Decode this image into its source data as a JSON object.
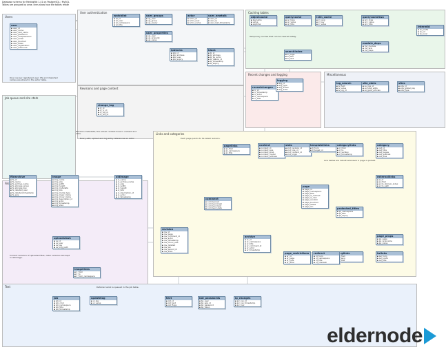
{
  "header": {
    "line1": "Database schema for MediaWiki 1.41 on PostgreSQL / MySQL",
    "line2": "Tables are grouped by area; lines show how the tables relate"
  },
  "regions": [
    {
      "label": "Users",
      "color": "#eaf1fb"
    },
    {
      "label": "User authentication",
      "color": "#f4f6f8"
    },
    {
      "label": "Caching tables",
      "color": "#e9f6ea"
    },
    {
      "label": "Recent changes and logging",
      "color": "#fbeaea"
    },
    {
      "label": "Miscellaneous",
      "color": "#eef1f7"
    },
    {
      "label": "Revisions and page content",
      "color": "#f3f3f3"
    },
    {
      "label": "Files and uploads",
      "color": "#f4ecf8"
    },
    {
      "label": "Links and categories",
      "color": "#fdfbe6"
    },
    {
      "label": "Job queue and site stats",
      "color": "#eaf5f3"
    },
    {
      "label": "Text",
      "color": "#eaf1fb"
    }
  ],
  "tables": [
    {
      "name": "user",
      "cols": [
        "user_id",
        "user_name",
        "user_real_name",
        "user_password",
        "user_newpassword",
        "user_email",
        "user_touched",
        "user_token",
        "user_registration",
        "user_editcount"
      ]
    },
    {
      "name": "user_groups",
      "cols": [
        "ug_user",
        "ug_group",
        "ug_expiry"
      ]
    },
    {
      "name": "user_properties",
      "cols": [
        "up_user",
        "up_property",
        "up_value"
      ]
    },
    {
      "name": "actor",
      "cols": [
        "actor_id",
        "actor_user",
        "actor_name"
      ]
    },
    {
      "name": "user_newtalk",
      "cols": [
        "user_id",
        "user_ip",
        "user_last_timestamp"
      ]
    },
    {
      "name": "watchlist",
      "cols": [
        "wl_id",
        "wl_user",
        "wl_namespace",
        "wl_title"
      ]
    },
    {
      "name": "block",
      "cols": [
        "bl_id",
        "bl_address",
        "bl_by_actor",
        "bl_reason_id",
        "bl_timestamp",
        "bl_expiry"
      ]
    },
    {
      "name": "ipblocks",
      "cols": [
        "ipb_id",
        "ipb_address",
        "ipb_user",
        "ipb_expiry"
      ]
    },
    {
      "name": "objectcache",
      "cols": [
        "keyname",
        "value",
        "exptime"
      ]
    },
    {
      "name": "querycache",
      "cols": [
        "qc_type",
        "qc_value",
        "qc_title"
      ]
    },
    {
      "name": "l10n_cache",
      "cols": [
        "lc_lang",
        "lc_key",
        "lc_value"
      ]
    },
    {
      "name": "querycachetwo",
      "cols": [
        "qcc_type",
        "qcc_value",
        "qcc_title"
      ]
    },
    {
      "name": "interwiki",
      "cols": [
        "iw_prefix",
        "iw_url",
        "iw_local"
      ]
    },
    {
      "name": "module_deps",
      "cols": [
        "md_module",
        "md_skin",
        "md_deps"
      ]
    },
    {
      "name": "searchindex",
      "cols": [
        "si_page",
        "si_title",
        "si_text"
      ]
    },
    {
      "name": "recentchanges",
      "cols": [
        "rc_id",
        "rc_timestamp",
        "rc_actor",
        "rc_namespace",
        "rc_title"
      ]
    },
    {
      "name": "logging",
      "cols": [
        "log_id",
        "log_type",
        "log_action",
        "log_actor"
      ]
    },
    {
      "name": "log_search",
      "cols": [
        "ls_field",
        "ls_value",
        "ls_log_id"
      ]
    },
    {
      "name": "site_stats",
      "cols": [
        "ss_row_id",
        "ss_total_edits",
        "ss_good_articles"
      ]
    },
    {
      "name": "sites",
      "cols": [
        "site_id",
        "site_global_key",
        "site_type"
      ]
    },
    {
      "name": "change_tag",
      "cols": [
        "ct_id",
        "ct_rc_id",
        "ct_log_id",
        "ct_rev_id"
      ]
    },
    {
      "name": "page",
      "cols": [
        "page_id",
        "page_namespace",
        "page_title",
        "page_is_redirect",
        "page_is_new",
        "page_random",
        "page_touched",
        "page_latest",
        "page_len"
      ]
    },
    {
      "name": "revision",
      "cols": [
        "rev_id",
        "rev_page",
        "rev_comment_id",
        "rev_actor",
        "rev_timestamp",
        "rev_minor_edit",
        "rev_deleted",
        "rev_len",
        "rev_parent_id",
        "rev_sha1"
      ]
    },
    {
      "name": "content",
      "cols": [
        "content_id",
        "content_size",
        "content_sha1",
        "content_model",
        "content_address"
      ]
    },
    {
      "name": "slots",
      "cols": [
        "slot_revision_id",
        "slot_role_id",
        "slot_content_id",
        "slot_origin"
      ]
    },
    {
      "name": "archive",
      "cols": [
        "ar_id",
        "ar_namespace",
        "ar_title",
        "ar_comment_id",
        "ar_actor",
        "ar_timestamp"
      ]
    },
    {
      "name": "comment",
      "cols": [
        "comment_id",
        "comment_hash",
        "comment_text",
        "comment_data"
      ]
    },
    {
      "name": "image",
      "cols": [
        "img_name",
        "img_size",
        "img_width",
        "img_height",
        "img_metadata",
        "img_bits",
        "img_media_type",
        "img_major_mime",
        "img_minor_mime",
        "img_description_id",
        "img_actor",
        "img_timestamp",
        "img_sha1"
      ]
    },
    {
      "name": "oldimage",
      "cols": [
        "oi_name",
        "oi_archive_name",
        "oi_size",
        "oi_width",
        "oi_height",
        "oi_bits",
        "oi_description_id",
        "oi_actor",
        "oi_timestamp"
      ]
    },
    {
      "name": "filearchive",
      "cols": [
        "fa_id",
        "fa_name",
        "fa_archive_name",
        "fa_storage_group",
        "fa_storage_key",
        "fa_deleted_user",
        "fa_deleted_timestamp",
        "fa_size"
      ]
    },
    {
      "name": "uploadstash",
      "cols": [
        "us_id",
        "us_user",
        "us_key",
        "us_orig_path"
      ]
    },
    {
      "name": "imagelinks",
      "cols": [
        "il_from",
        "il_to",
        "il_from_namespace"
      ]
    },
    {
      "name": "pagelinks",
      "cols": [
        "pl_from",
        "pl_namespace",
        "pl_title"
      ]
    },
    {
      "name": "templatelinks",
      "cols": [
        "tl_from",
        "tl_target_id"
      ]
    },
    {
      "name": "categorylinks",
      "cols": [
        "cl_from",
        "cl_to",
        "cl_sortkey",
        "cl_timestamp"
      ]
    },
    {
      "name": "category",
      "cols": [
        "cat_id",
        "cat_title",
        "cat_pages",
        "cat_subcats",
        "cat_files"
      ]
    },
    {
      "name": "externallinks",
      "cols": [
        "el_id",
        "el_from",
        "el_to_domain_index",
        "el_to_path"
      ]
    },
    {
      "name": "langlinks",
      "cols": [
        "ll_from",
        "ll_lang",
        "ll_title"
      ]
    },
    {
      "name": "iwlinks",
      "cols": [
        "iwl_from",
        "iwl_prefix",
        "iwl_title"
      ]
    },
    {
      "name": "redirect",
      "cols": [
        "rd_from",
        "rd_namespace",
        "rd_title",
        "rd_interwiki"
      ]
    },
    {
      "name": "page_props",
      "cols": [
        "pp_page",
        "pp_propname",
        "pp_value"
      ]
    },
    {
      "name": "page_restrictions",
      "cols": [
        "pr_id",
        "pr_page",
        "pr_type",
        "pr_level"
      ]
    },
    {
      "name": "protected_titles",
      "cols": [
        "pt_namespace",
        "pt_title",
        "pt_expiry"
      ]
    },
    {
      "name": "job",
      "cols": [
        "job_id",
        "job_cmd",
        "job_namespace",
        "job_title",
        "job_timestamp"
      ]
    },
    {
      "name": "updatelog",
      "cols": [
        "ul_key",
        "ul_value"
      ]
    },
    {
      "name": "text",
      "cols": [
        "old_id",
        "old_text",
        "old_flags"
      ]
    },
    {
      "name": "bot_passwords",
      "cols": [
        "bp_user",
        "bp_app_id",
        "bp_password",
        "bp_token"
      ]
    },
    {
      "name": "ip_changes",
      "cols": [
        "ipc_rev_id",
        "ipc_rev_timestamp",
        "ipc_hex"
      ]
    }
  ],
  "notes": [
    "One row per registered user; IPs and imported names are stored in the actor table.",
    "Every edit, upload and log entry references an actor.",
    "Temporary caches that can be cleared safely.",
    "Revision metadata; the actual content lives in content and slots.",
    "Each page points to its latest revision.",
    "Current versions of uploaded files; older versions are kept in oldimage.",
    "Link tables are rebuilt whenever a page is parsed.",
    "Deferred work is queued in the job table."
  ],
  "logo": {
    "text": "eldernode",
    "color": "#1b9ad6"
  }
}
